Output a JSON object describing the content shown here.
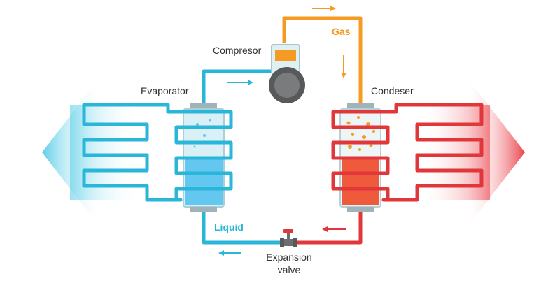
{
  "labels": {
    "compressor": "Compresor",
    "evaporator": "Evaporator",
    "condenser": "Condeser",
    "gas": "Gas",
    "liquid": "Liquid",
    "expansion_line1": "Expansion",
    "expansion_line2": "valve"
  },
  "colors": {
    "cold_line": "#29b6d8",
    "hot_line": "#e0383a",
    "gas_line": "#f59b23",
    "gas_text": "#f59b23",
    "liquid_text": "#29b6d8",
    "text": "#333333"
  }
}
